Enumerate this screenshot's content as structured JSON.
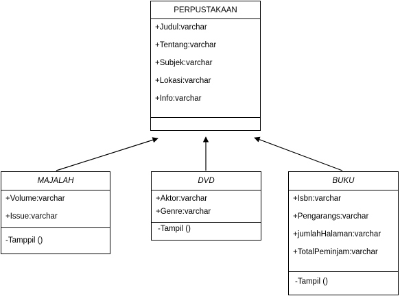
{
  "classes": {
    "perpustakaan": {
      "name": "PERPUSTAKAAN",
      "attributes": [
        "+Judul:varchar",
        "+Tentang:varchar",
        "+Subjek:varchar",
        "+Lokasi:varchar",
        "+Info:varchar"
      ],
      "methods": []
    },
    "majalah": {
      "name": "MAJALAH",
      "attributes": [
        "+Volume:varchar",
        "+Issue:varchar"
      ],
      "methods": [
        "-Tamppil ()"
      ]
    },
    "dvd": {
      "name": "DVD",
      "attributes": [
        "+Aktor:varchar",
        "+Genre:varchar"
      ],
      "methods": [
        "-Tampil ()"
      ]
    },
    "buku": {
      "name": "BUKU",
      "attributes": [
        "+Isbn:varchar",
        "+Pengarangs:varchar",
        "+jumlahHalaman:varchar",
        "+TotalPeminjam:varchar"
      ],
      "methods": [
        "-Tampil ()"
      ]
    }
  },
  "relations": [
    {
      "from": "MAJALAH",
      "to": "PERPUSTAKAAN",
      "type": "arrow"
    },
    {
      "from": "DVD",
      "to": "PERPUSTAKAAN",
      "type": "arrow"
    },
    {
      "from": "BUKU",
      "to": "PERPUSTAKAAN",
      "type": "arrow"
    }
  ]
}
